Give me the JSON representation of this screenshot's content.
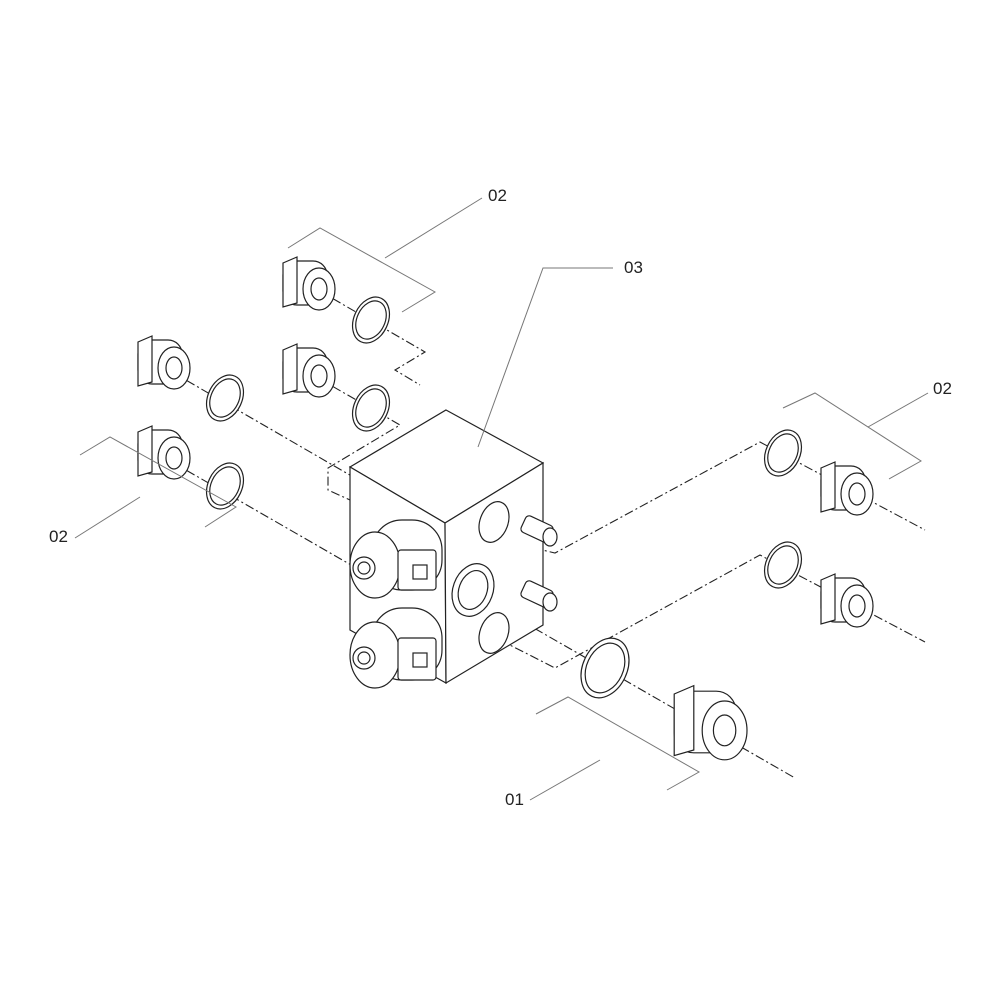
{
  "callouts": {
    "top_fittings": "02",
    "manifold_block": "03",
    "right_fittings": "02",
    "left_fittings": "02",
    "large_fitting": "01"
  },
  "colors": {
    "line": "#222222",
    "leader": "#777777",
    "background": "#ffffff"
  }
}
